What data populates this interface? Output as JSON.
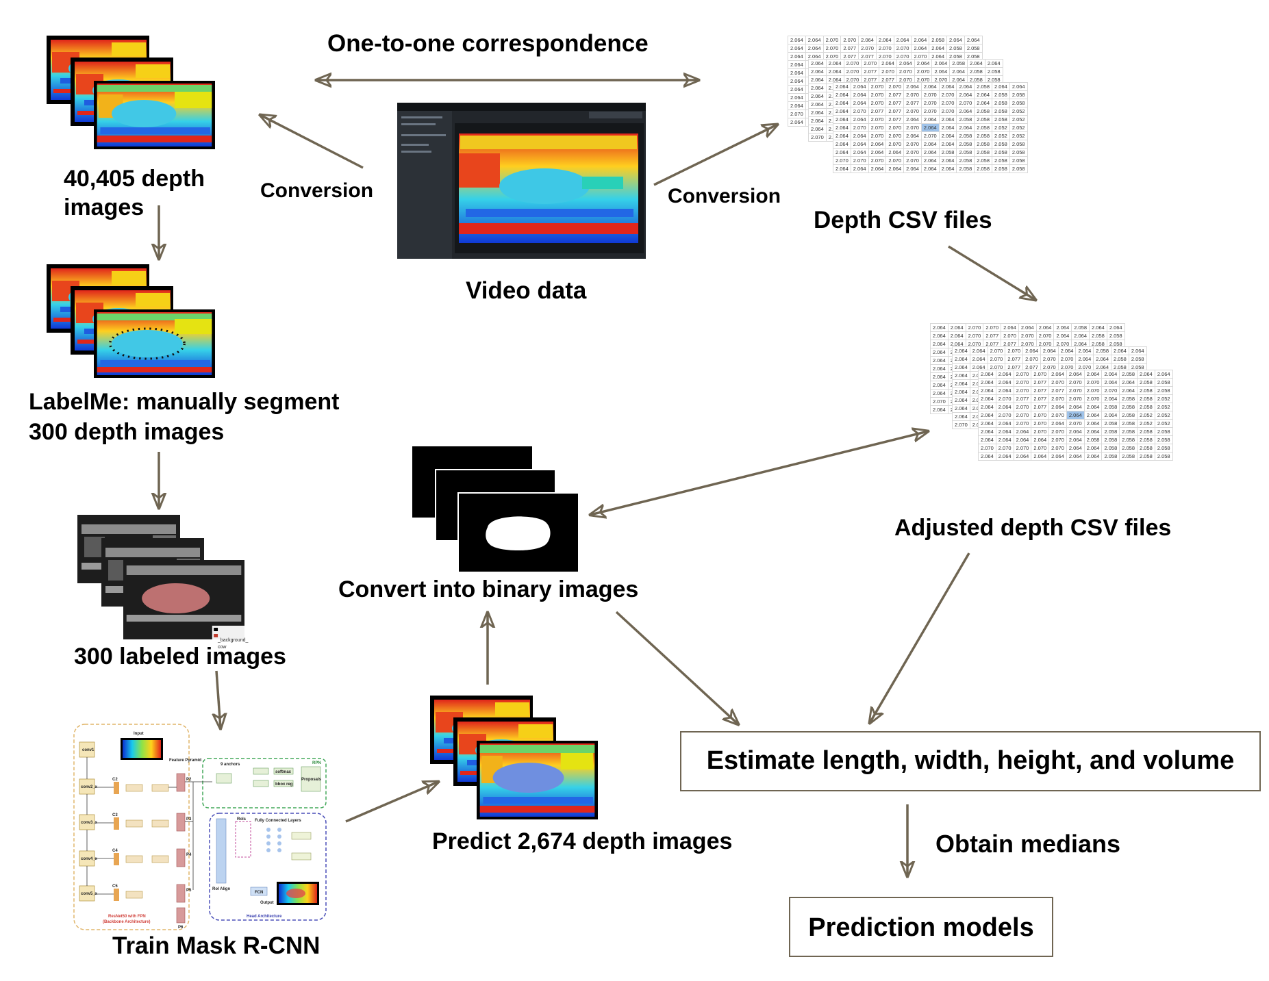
{
  "labels": {
    "correspondence": "One-to-one correspondence",
    "conversion_left": "Conversion",
    "conversion_right": "Conversion",
    "depth_images": "40,405 depth images",
    "depth_images_line1": "40,405 depth",
    "depth_images_line2": "images",
    "video_data": "Video data",
    "depth_csv": "Depth CSV files",
    "labelme_line1": "LabelMe: manually segment",
    "labelme_line2": "300 depth images",
    "labeled_images": "300 labeled images",
    "train": "Train Mask R-CNN",
    "predict": "Predict 2,674 depth images",
    "binary": "Convert into binary images",
    "adjusted_csv": "Adjusted depth CSV files",
    "estimate": "Estimate length, width, height, and volume",
    "medians": "Obtain medians",
    "prediction_models": "Prediction models"
  },
  "csv_rows": [
    [
      "2.064",
      "2.064",
      "2.070",
      "2.070",
      "2.064",
      "2.064",
      "2.064",
      "2.064",
      "2.058",
      "2.064",
      "2.064"
    ],
    [
      "2.064",
      "2.064",
      "2.070",
      "2.077",
      "2.070",
      "2.070",
      "2.070",
      "2.064",
      "2.064",
      "2.058",
      "2.058"
    ],
    [
      "2.064",
      "2.064",
      "2.070",
      "2.077",
      "2.077",
      "2.070",
      "2.070",
      "2.070",
      "2.064",
      "2.058",
      "2.058"
    ],
    [
      "2.064",
      "2.070",
      "2.077",
      "2.077",
      "2.070",
      "2.070",
      "2.070",
      "2.064",
      "2.058",
      "2.058",
      "2.052"
    ],
    [
      "2.064",
      "2.064",
      "2.070",
      "2.077",
      "2.064",
      "2.064",
      "2.064",
      "2.058",
      "2.058",
      "2.058",
      "2.052"
    ],
    [
      "2.064",
      "2.070",
      "2.070",
      "2.070",
      "2.070",
      "2.064",
      "2.064",
      "2.064",
      "2.058",
      "2.052",
      "2.052"
    ],
    [
      "2.064",
      "2.064",
      "2.070",
      "2.070",
      "2.064",
      "2.070",
      "2.064",
      "2.058",
      "2.058",
      "2.052",
      "2.052"
    ],
    [
      "2.064",
      "2.064",
      "2.064",
      "2.070",
      "2.070",
      "2.064",
      "2.064",
      "2.058",
      "2.058",
      "2.058",
      "2.058"
    ],
    [
      "2.064",
      "2.064",
      "2.064",
      "2.064",
      "2.070",
      "2.064",
      "2.058",
      "2.058",
      "2.058",
      "2.058",
      "2.058"
    ],
    [
      "2.070",
      "2.070",
      "2.070",
      "2.070",
      "2.070",
      "2.064",
      "2.064",
      "2.058",
      "2.058",
      "2.058",
      "2.058"
    ],
    [
      "2.064",
      "2.064",
      "2.064",
      "2.064",
      "2.064",
      "2.064",
      "2.064",
      "2.058",
      "2.058",
      "2.058",
      "2.058"
    ]
  ],
  "legend": {
    "background": "_background_",
    "cow": "cow"
  },
  "network": {
    "input": "Input",
    "feature_pyramid": "Feature Pyramid",
    "anchors": "9 anchors",
    "rpn": "RPN",
    "softmax": "softmax",
    "bbox_reg": "bbox reg",
    "proposals": "Proposals",
    "rois": "RoIs",
    "fc_layers": "Fully Connected Layers",
    "roi_align": "RoI Align",
    "fcn": "FCN",
    "output": "Output",
    "head_arch": "Head Architecture",
    "backbone": "ResNet50 with FPN",
    "backbone_sub": "(Backbone Architecture)",
    "conv": [
      "conv1",
      "conv2_x",
      "conv3_x",
      "conv4_x",
      "conv5_x"
    ],
    "c": [
      "C2",
      "C3",
      "C4",
      "C5"
    ],
    "p": [
      "P2",
      "P3",
      "P4",
      "P5",
      "P6"
    ]
  },
  "colors": {
    "arrow": "#6f6552",
    "line": "#6f6552"
  }
}
